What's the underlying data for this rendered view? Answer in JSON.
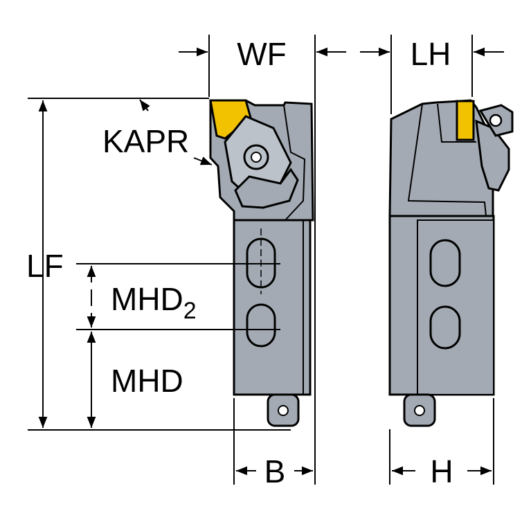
{
  "dimensions": {
    "wf": "WF",
    "lh": "LH",
    "kapr": "KAPR",
    "lf": "LF",
    "mhd2_main": "MHD",
    "mhd2_sub": "2",
    "mhd": "MHD",
    "b": "B",
    "h": "H"
  },
  "colors": {
    "body": "#a3aab3",
    "body_light": "#bcc2c9",
    "body_dark": "#6f7882",
    "insert": "#f2c200",
    "outline": "#000000"
  }
}
